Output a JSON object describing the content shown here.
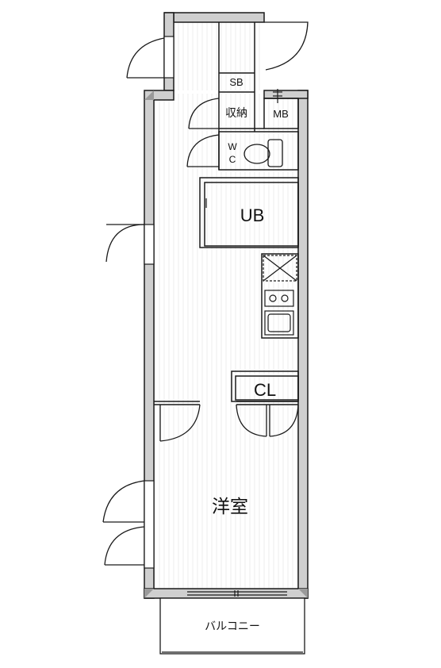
{
  "plan": {
    "labels": {
      "sb": "SB",
      "storage": "収納",
      "mb": "MB",
      "wc_w": "W",
      "wc_c": "C",
      "ub": "UB",
      "cl": "CL",
      "western_room": "洋室",
      "balcony": "バルコニー"
    },
    "colors": {
      "wall_fill": "#cfcfcf",
      "line": "#1a1a1a",
      "floor_stripe": "#ececec"
    }
  }
}
